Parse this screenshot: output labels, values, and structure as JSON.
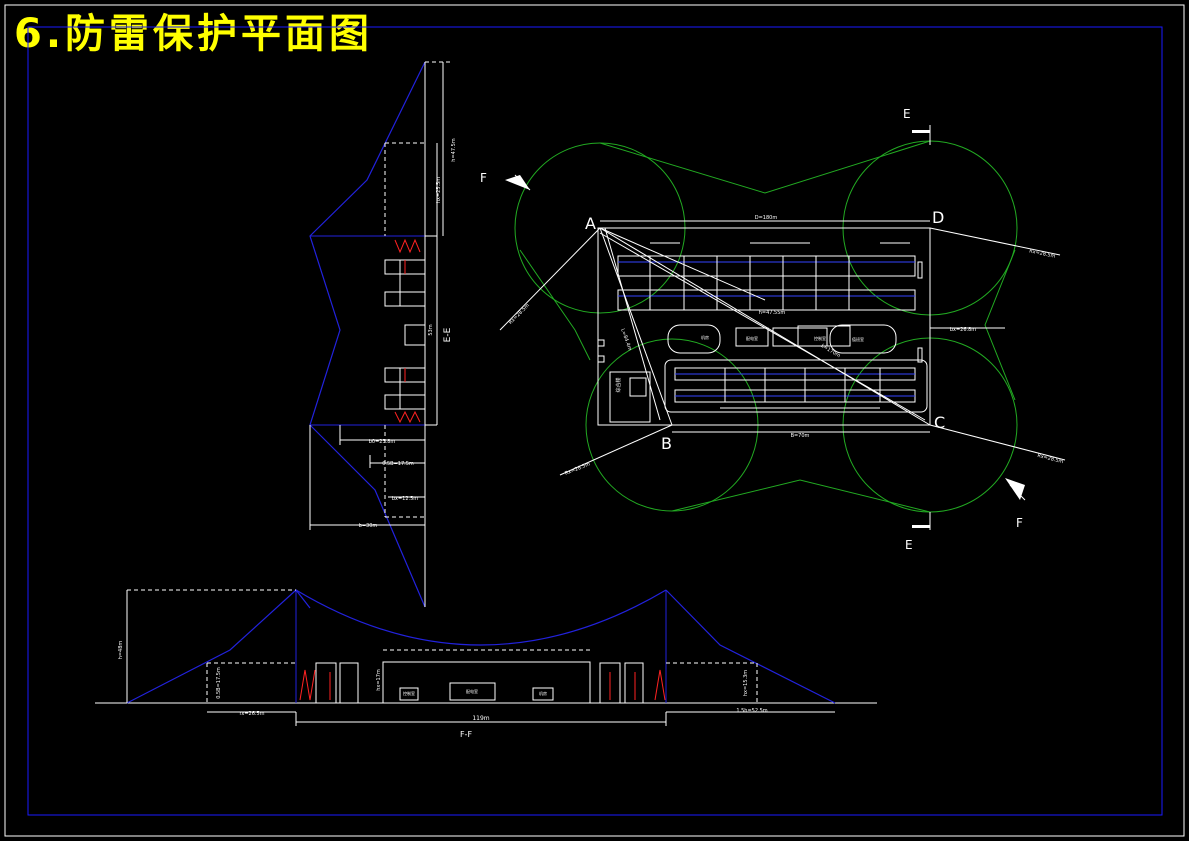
{
  "title": "6.防雷保护平面图",
  "colors": {
    "background": "#000000",
    "frame": "#1a1aff",
    "border": "#ffffff",
    "protection_line": "#2222dd",
    "protection_circle": "#22aa22",
    "building": "#ffffff",
    "title": "#ffff00",
    "accent_red": "#ff2222"
  },
  "plan": {
    "point_a": "A",
    "point_b": "B",
    "point_c": "C",
    "point_d": "D",
    "section_e_top": "E",
    "section_e_bottom": "E",
    "section_f_top": "F",
    "section_f_bottom": "F",
    "dim_top": "D=180m",
    "dim_bottom": "B=70m",
    "dim_diag_short": "h=47.55m",
    "dim_diag_long": "L=170m",
    "radius_a": "Rx=28.5m",
    "radius_b": "Rx=28.5m",
    "radius_c": "Rx=28.5m",
    "radius_d": "Rx=28.5m",
    "dim_bx": "bx=26.8m",
    "dim_ab": "L=84.4m",
    "room_1": "机房",
    "room_2": "配电室",
    "room_3": "控制室",
    "room_4": "值班室",
    "room_5": "综合楼"
  },
  "section_ee": {
    "label": "E-E",
    "dim_top": "h=47.5m",
    "dim_upper": "hx=25.5m",
    "dim_mid": "53m",
    "dim_b0": "b0=23.8m",
    "dim_bx": "0.5B=17.5m",
    "dim_bx2": "bx=12.5m",
    "dim_half": "b=30m"
  },
  "section_ff": {
    "label": "F-F",
    "dim_height": "h=48m",
    "dim_left_h": "0.5B=17.5m",
    "dim_mid_h": "hx=17m",
    "dim_right_h": "hx=15.3m",
    "dim_left_r": "rx=26.5m",
    "dim_total": "119m",
    "dim_right_r": "1.5h=52.5m",
    "room_1": "控制室",
    "room_2": "配电室",
    "room_3": "机房"
  }
}
